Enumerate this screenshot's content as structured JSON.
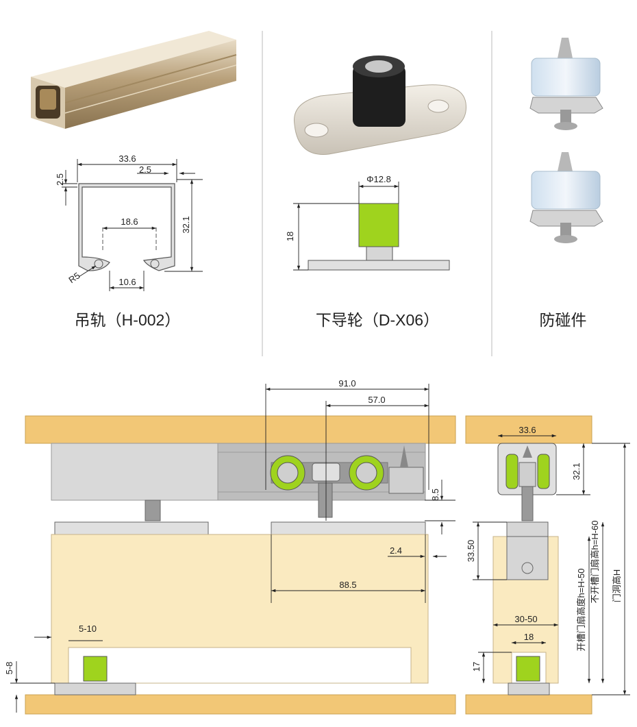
{
  "products": [
    {
      "caption": "吊轨（H-002）",
      "dims": {
        "width": "33.6",
        "lip": "2.5",
        "wall": "2.5",
        "height": "32.1",
        "slot_pitch": "18.6",
        "radius": "R5",
        "gap": "10.6"
      }
    },
    {
      "caption": "下导轮（D-X06）",
      "dims": {
        "diameter": "Φ12.8",
        "height": "18"
      }
    },
    {
      "caption": "防碰件"
    }
  ],
  "assembly": {
    "front": {
      "width_total": "91.0",
      "wheel_span": "57.0",
      "hang_gap": "8.5",
      "offset": "2.4",
      "wheel_to_edge": "88.5",
      "guide_offset": "5-10",
      "bottom_gap": "5-8"
    },
    "side": {
      "track_width": "33.6",
      "track_height": "32.1",
      "bracket_height": "33.50",
      "door_thickness": "30-50",
      "groove_width": "18",
      "groove_depth": "17",
      "label_grooved": "开槽门扇高度h=H-50",
      "label_ungrooved": "不开槽门扇高h=H-60",
      "label_opening": "门洞高H"
    }
  },
  "colors": {
    "wood": "#f2c776",
    "door": "#faeac0",
    "roller": "#9fd31e",
    "metal": "#c9c9c9"
  }
}
